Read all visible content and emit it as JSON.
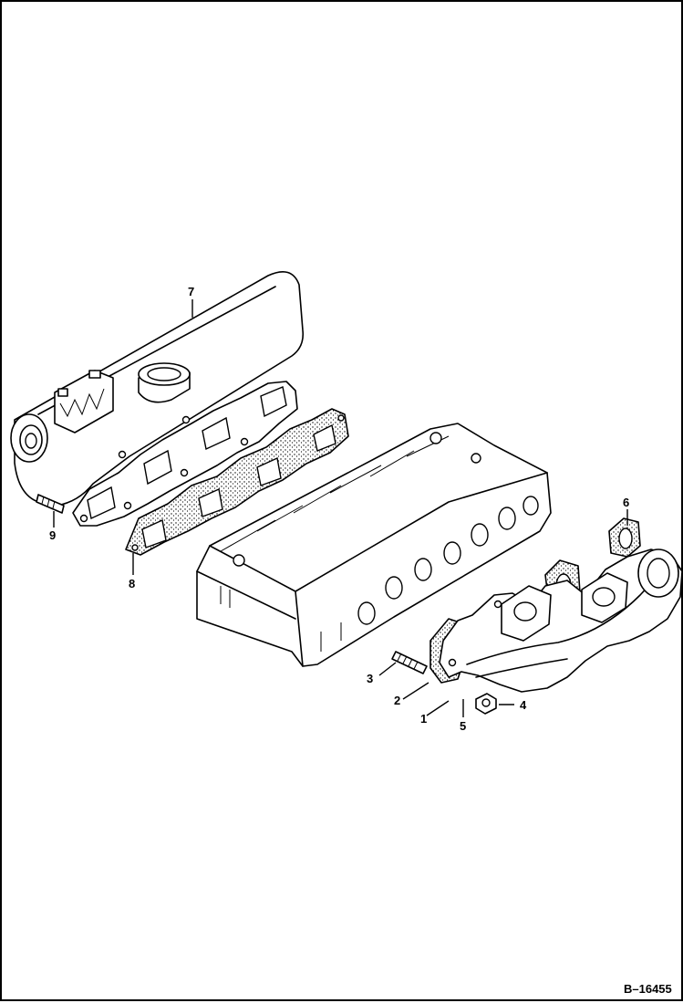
{
  "diagram": {
    "figure_id": "B–16455",
    "callouts": [
      {
        "id": "c1",
        "label": "1"
      },
      {
        "id": "c2",
        "label": "2"
      },
      {
        "id": "c3",
        "label": "3"
      },
      {
        "id": "c4",
        "label": "4"
      },
      {
        "id": "c5",
        "label": "5"
      },
      {
        "id": "c6",
        "label": "6"
      },
      {
        "id": "c7",
        "label": "7"
      },
      {
        "id": "c8",
        "label": "8"
      },
      {
        "id": "c9",
        "label": "9"
      }
    ]
  }
}
